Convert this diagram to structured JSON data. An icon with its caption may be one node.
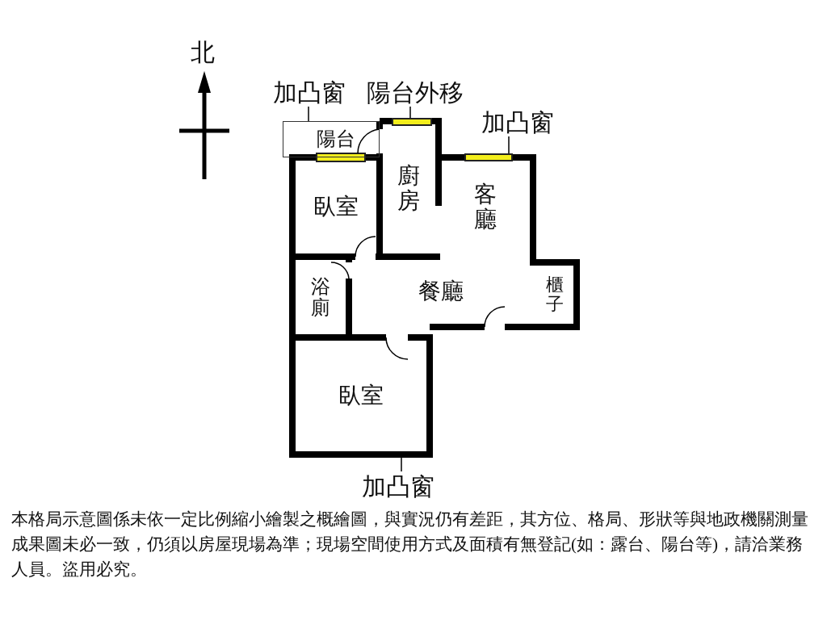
{
  "diagram": {
    "caption": "本格局示意圖係未依一定比例縮小繪製之概繪圖，與實況仍有差距，其方位、格局、形狀等與地政機關測量成果圖未必一致，仍須以房屋現場為準；現場空間使用方式及面積有無登記(如：露台、陽台等)，請洽業務人員。盜用必究。",
    "nodes": [
      {
        "text": [],
        "shape": "box"
      },
      {
        "text": [
          "陽台"
        ],
        "in": 0
      },
      {
        "text": [
          "臥室"
        ]
      },
      {
        "text": [
          "廚房"
        ]
      },
      {
        "text": [
          "客廳"
        ]
      },
      {
        "text": [
          "浴廁"
        ]
      },
      {
        "text": [
          "餐廳"
        ]
      },
      {
        "text": [
          "櫃子"
        ]
      },
      {
        "text": [
          "臥室"
        ]
      },
      {
        "text": [
          "加凸窗"
        ]
      },
      {
        "text": [
          "陽台外移"
        ]
      },
      {
        "text": [
          "加凸窗"
        ]
      },
      {
        "text": [
          "加凸窗"
        ]
      },
      {
        "text": [],
        "shape": "bar"
      },
      {
        "text": [],
        "shape": "bar"
      }
    ],
    "edges": [
      {
        "from": 9,
        "to": 0,
        "arrow": "none"
      },
      {
        "from": 10,
        "to": 13,
        "arrow": "none"
      },
      {
        "from": 11,
        "to": 14,
        "arrow": "none"
      },
      {
        "from": 12,
        "to": null,
        "arrow": "none"
      }
    ],
    "labels": [
      "北"
    ]
  }
}
